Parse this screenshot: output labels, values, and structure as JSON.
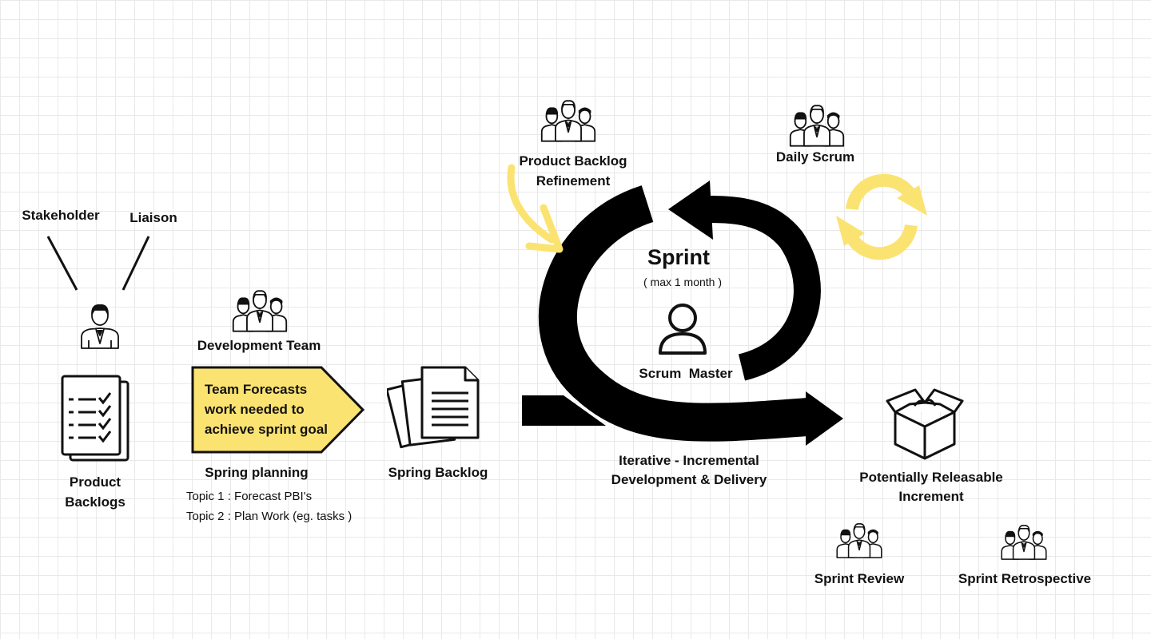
{
  "stakeholder": {
    "label": "Stakeholder"
  },
  "liaison": {
    "label": "Liaison"
  },
  "product_backlogs": {
    "line1": "Product",
    "line2": "Backlogs"
  },
  "development_team": {
    "label": "Development Team"
  },
  "forecast": {
    "line1": "Team Forecasts",
    "line2": "work needed to",
    "line3": "achieve sprint goal",
    "fill": "#fbe372"
  },
  "sprint_planning": {
    "title": "Spring planning",
    "topic1": "Topic 1 : Forecast PBI's",
    "topic2": "Topic 2 : Plan Work (eg. tasks )"
  },
  "sprint_backlog": {
    "label": "Spring Backlog"
  },
  "refinement": {
    "line1": "Product Backlog",
    "line2": "Refinement"
  },
  "sprint": {
    "title": "Sprint",
    "subtitle": "( max 1 month )"
  },
  "scrum_master": {
    "label": "Scrum  Master"
  },
  "daily_scrum": {
    "label": "Daily Scrum",
    "accent": "#fbe372"
  },
  "iterative": {
    "line1": "Iterative - Incremental",
    "line2": "Development & Delivery"
  },
  "increment": {
    "line1": "Potentially Releasable",
    "line2": "Increment"
  },
  "sprint_review": {
    "label": "Sprint Review"
  },
  "sprint_retro": {
    "label": "Sprint Retrospective"
  }
}
